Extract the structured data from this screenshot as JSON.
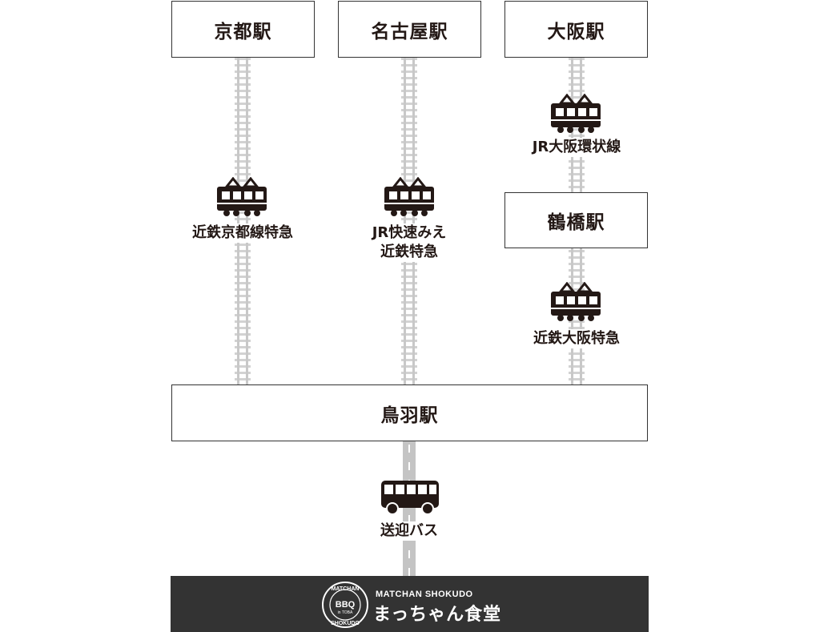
{
  "stations": {
    "kyoto": "京都駅",
    "nagoya": "名古屋駅",
    "osaka": "大阪駅",
    "tsuruhashi": "鶴橋駅",
    "toba": "鳥羽駅"
  },
  "routes": {
    "kyoto_line": "近鉄京都線特急",
    "nagoya_line_1": "JR快速みえ",
    "nagoya_line_2": "近鉄特急",
    "osaka_loop": "JR大阪環状線",
    "osaka_express": "近鉄大阪特急",
    "bus": "送迎バス"
  },
  "icons": {
    "train": "train-icon",
    "bus": "bus-icon",
    "logo": "restaurant-logo"
  },
  "footer": {
    "name_en": "MATCHAN SHOKUDO",
    "name_jp": "まっちゃん食堂",
    "logo_top": "MATCHAN",
    "logo_bottom": "SHOKUDO",
    "logo_center": "BBQ",
    "logo_sub": "in TOBA"
  },
  "colors": {
    "line": "#333333",
    "track": "#cccccc",
    "road": "#c4c4c4",
    "icon": "#231815",
    "footer_bg": "#333333"
  }
}
